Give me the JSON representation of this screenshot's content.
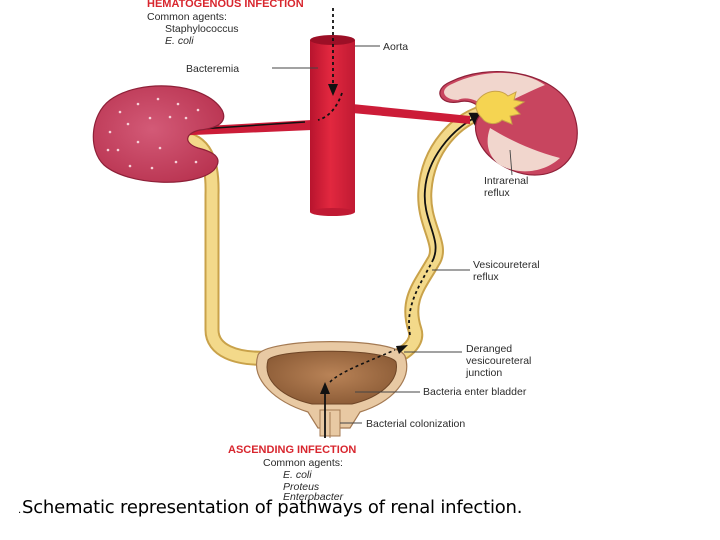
{
  "hematogenous": {
    "title": "HEMATOGENOUS INFECTION",
    "agents_label": "Common agents:",
    "agents": [
      "Staphylococcus",
      "E. coli"
    ]
  },
  "labels": {
    "aorta": "Aorta",
    "bacteremia": "Bacteremia",
    "intrarenal_reflux": [
      "Intrarenal",
      "reflux"
    ],
    "vesicoureteral_reflux": [
      "Vesicoureteral",
      "reflux"
    ],
    "deranged_junction": [
      "Deranged",
      "vesicoureteral",
      "junction"
    ],
    "bacteria_enter_bladder": "Bacteria enter bladder",
    "bacterial_colonization": "Bacterial colonization"
  },
  "ascending": {
    "title": "ASCENDING INFECTION",
    "agents_label": "Common agents:",
    "agents": [
      "E. coli",
      "Proteus",
      "Enterobacter"
    ]
  },
  "caption": {
    "bullet": ".",
    "text": "Schematic representation of pathways of renal infection."
  },
  "colors": {
    "vessel_red": "#d81f3d",
    "kidney_pink": "#c84060",
    "ureter_yellow": "#f3d98a",
    "bladder_brown": "#a0704a",
    "header_red": "#d8262e"
  }
}
